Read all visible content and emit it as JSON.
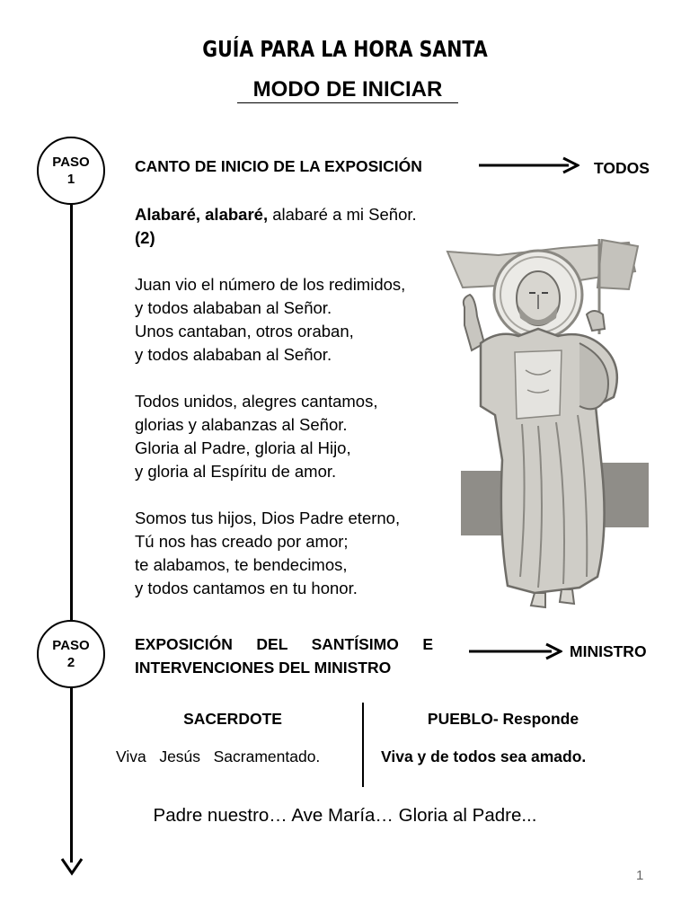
{
  "header": {
    "title": "GUÍA PARA LA HORA SANTA",
    "subtitle": "MODO DE INICIAR"
  },
  "step1": {
    "label_word": "PASO",
    "label_number": "1",
    "heading": "CANTO DE INICIO DE LA EXPOSICIÓN",
    "role": "TODOS",
    "refrain_bold": "Alabaré, alabaré,",
    "refrain_rest": " alabaré a mi Señor.",
    "refrain_repeat": "(2)",
    "stanzas": [
      [
        "Juan vio el número de los redimidos,",
        "y todos alababan al Señor.",
        "Unos cantaban, otros oraban,",
        "y todos alababan al Señor."
      ],
      [
        "Todos unidos, alegres cantamos,",
        "glorias y alabanzas al Señor.",
        "Gloria al Padre, gloria al Hijo,",
        "y gloria al Espíritu de amor."
      ],
      [
        "Somos tus hijos, Dios Padre eterno,",
        "Tú nos has creado por amor;",
        "te alabamos, te bendecimos,",
        "y todos cantamos en tu honor."
      ]
    ]
  },
  "step2": {
    "label_word": "PASO",
    "label_number": "2",
    "heading_line1": "EXPOSICIÓN DEL SANTÍSIMO E",
    "heading_line2": "INTERVENCIONES DEL MINISTRO",
    "role": "MINISTRO",
    "left_header": "SACERDOTE",
    "right_header": "PUEBLO- Responde",
    "left_text": "Viva   Jesús   Sacramentado.",
    "right_text": "Viva y de todos sea amado.",
    "prayer": "Padre nuestro… Ave María… Gloria al Padre..."
  },
  "footer": {
    "page_number": "1"
  },
  "illustration": {
    "icon": "risen-christ-illustration",
    "fill_color": "#b8b6b0",
    "line_color": "#8a8882",
    "block_color": "#8f8d88"
  }
}
